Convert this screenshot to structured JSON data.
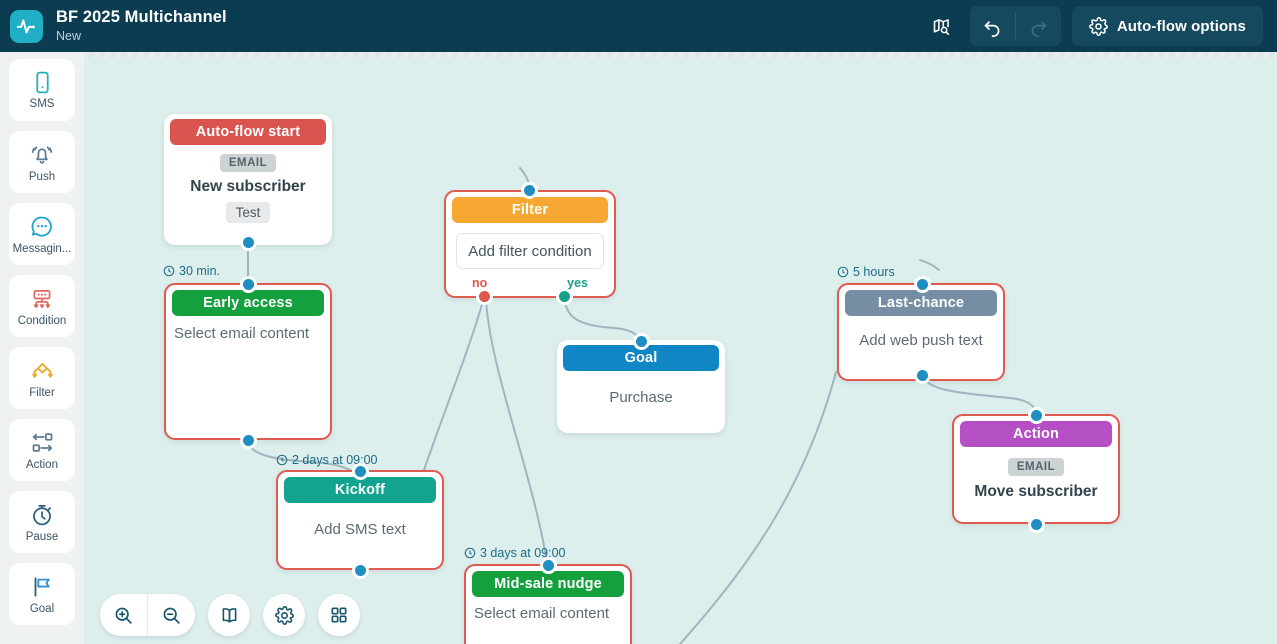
{
  "header": {
    "logo_icon": "pulse-logo-icon",
    "title": "BF 2025 Multichannel",
    "subtitle": "New",
    "map_search_icon": "map-search-icon",
    "undo_icon": "undo-arrow-icon",
    "redo_icon": "redo-arrow-icon",
    "gear_icon": "gear-icon",
    "autoflow_options_label": "Auto-flow options"
  },
  "sidebar": {
    "items": [
      {
        "label": "SMS",
        "icon": "sms-phone-icon"
      },
      {
        "label": "Push",
        "icon": "push-bell-icon"
      },
      {
        "label": "Messagin...",
        "icon": "messaging-chat-icon"
      },
      {
        "label": "Condition",
        "icon": "condition-branch-icon"
      },
      {
        "label": "Filter",
        "icon": "filter-diamond-icon"
      },
      {
        "label": "Action",
        "icon": "action-exchange-icon"
      },
      {
        "label": "Pause",
        "icon": "pause-stopwatch-icon"
      },
      {
        "label": "Goal",
        "icon": "goal-flag-icon"
      }
    ]
  },
  "canvas": {
    "background_color": "#ddefed",
    "edge_color": "#9fb6c0",
    "error_border_color": "#e05a4f",
    "nodes": [
      {
        "id": "auto-flow-start",
        "title": "Auto-flow start",
        "header_color": "#d9534f",
        "chip": "EMAIL",
        "text": "New subscriber",
        "chip2": "Test",
        "error": false
      },
      {
        "id": "early-access",
        "title": "Early access",
        "header_color": "#14a03c",
        "text": "Select email content",
        "error": true,
        "delay": "30 min."
      },
      {
        "id": "filter",
        "title": "Filter",
        "header_color": "#f6a833",
        "field_placeholder": "Add filter condition",
        "leg_no": "no",
        "leg_yes": "yes",
        "error": true
      },
      {
        "id": "goal",
        "title": "Goal",
        "header_color": "#1186c4",
        "text": "Purchase",
        "error": false
      },
      {
        "id": "kickoff",
        "title": "Kickoff",
        "header_color": "#13a391",
        "text": "Add SMS text",
        "error": true,
        "delay": "2 days at 09:00"
      },
      {
        "id": "mid-sale-nudge",
        "title": "Mid-sale nudge",
        "header_color": "#14a03c",
        "text": "Select email content",
        "error": true,
        "delay": "3 days at 09:00"
      },
      {
        "id": "last-chance",
        "title": "Last-chance",
        "header_color": "#768ea3",
        "text": "Add web push text",
        "error": true,
        "delay": "5 hours"
      },
      {
        "id": "action",
        "title": "Action",
        "header_color": "#b council",
        "text": "Move subscriber",
        "chip": "EMAIL",
        "error": true
      }
    ]
  },
  "toolbar": {
    "zoom_in_label": "zoom-in",
    "zoom_out_label": "zoom-out",
    "map_icon": "book-map-icon",
    "settings_icon": "gear-icon",
    "grid_icon": "grid-layout-icon"
  },
  "nodes_text": {
    "start_title": "Auto-flow start",
    "start_chip": "EMAIL",
    "start_text": "New subscriber",
    "start_chip2": "Test",
    "early_title": "Early access",
    "early_text": "Select email content",
    "early_delay": "30 min.",
    "filter_title": "Filter",
    "filter_field": "Add filter condition",
    "filter_no": "no",
    "filter_yes": "yes",
    "goal_title": "Goal",
    "goal_text": "Purchase",
    "kickoff_title": "Kickoff",
    "kickoff_text": "Add SMS text",
    "kickoff_delay": "2 days at 09:00",
    "mid_title": "Mid-sale nudge",
    "mid_text": "Select email content",
    "mid_delay": "3 days at 09:00",
    "last_title": "Last-chance",
    "last_text": "Add web push text",
    "last_delay": "5 hours",
    "action_title": "Action",
    "action_chip": "EMAIL",
    "action_text": "Move subscriber"
  }
}
